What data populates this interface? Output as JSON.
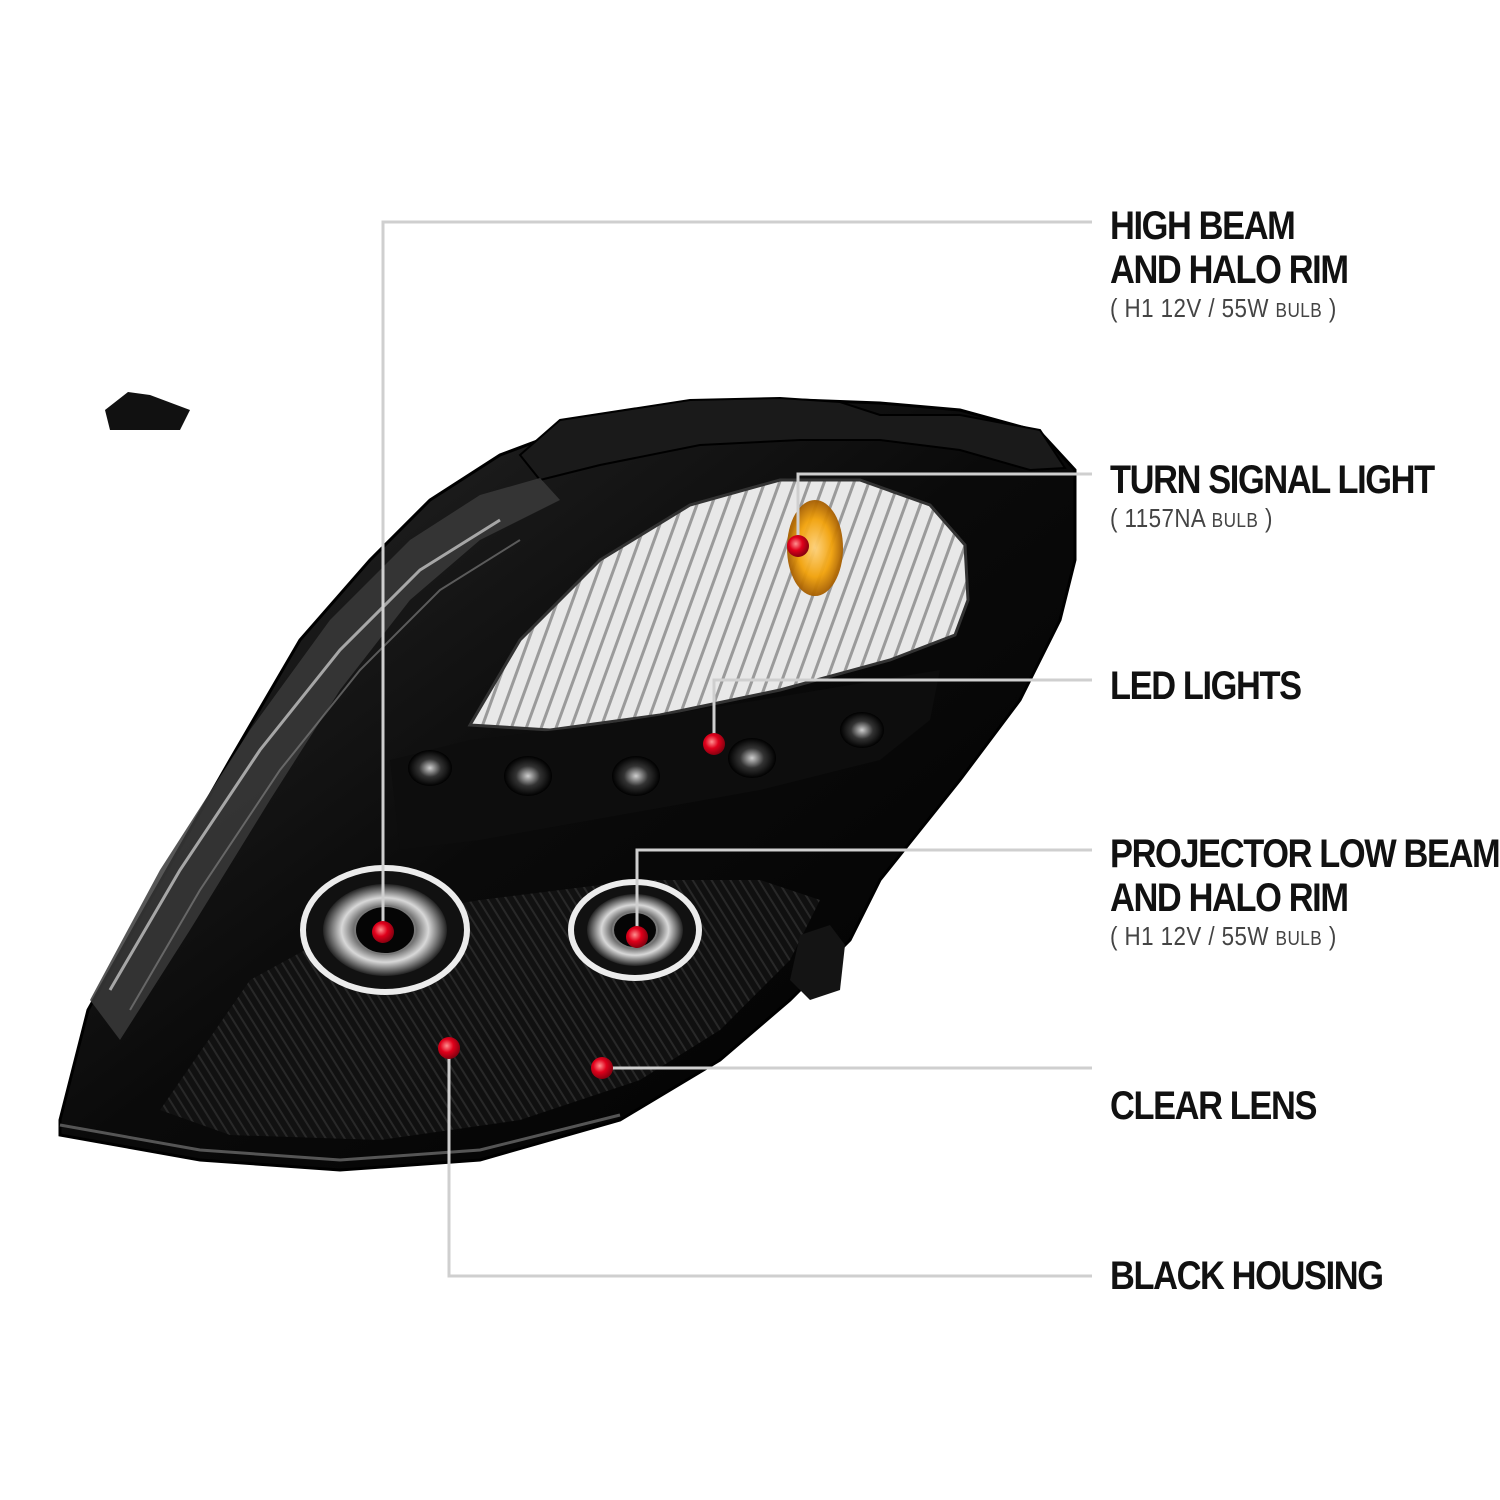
{
  "callouts": {
    "high_beam": {
      "title_line1": "HIGH BEAM",
      "title_line2": "AND HALO RIM",
      "spec": "H1  12V / 55W",
      "spec_unit": "BULB"
    },
    "turn_signal": {
      "title_line1": "TURN SIGNAL LIGHT",
      "spec": "1157NA",
      "spec_unit": "BULB"
    },
    "led_lights": {
      "title_line1": "LED LIGHTS"
    },
    "projector": {
      "title_line1": "PROJECTOR LOW BEAM",
      "title_line2": "AND HALO RIM",
      "spec": "H1  12V / 55W",
      "spec_unit": "BULB"
    },
    "clear_lens": {
      "title_line1": "CLEAR LENS"
    },
    "black_housing": {
      "title_line1": "BLACK HOUSING"
    }
  },
  "colors": {
    "marker": "#e0001b",
    "leader_line": "#cfcfcf",
    "housing": "#0b0b0b",
    "amber": "#f2a20a"
  }
}
